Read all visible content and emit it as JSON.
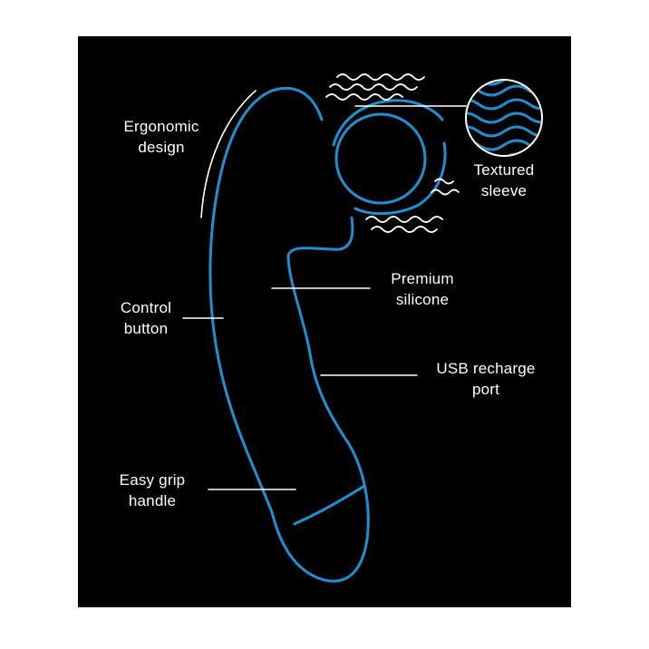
{
  "labels": {
    "ergonomic_design": [
      "Ergonomic",
      "design"
    ],
    "textured_sleeve": [
      "Textured",
      "sleeve"
    ],
    "premium_silicone": [
      "Premium",
      "silicone"
    ],
    "control_button": [
      "Control",
      "button"
    ],
    "usb_recharge_port": [
      "USB recharge",
      "port"
    ],
    "easy_grip_handle": [
      "Easy grip",
      "handle"
    ]
  },
  "colors": {
    "background": "#000000",
    "page": "#ffffff",
    "outline": "#1e90d2",
    "text": "#ffffff",
    "leader": "#ffffff"
  }
}
